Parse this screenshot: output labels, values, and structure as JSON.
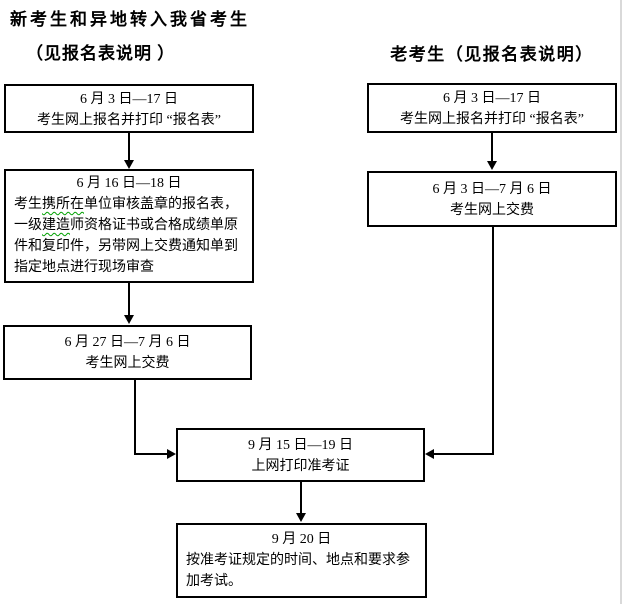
{
  "headers": {
    "left_line1": "新考生和异地转入我省考生",
    "left_line2": "（见报名表说明 ）",
    "right": "老考生（见报名表说明）"
  },
  "left_column": {
    "box1": {
      "date": "6 月 3 日—17 日",
      "text": "考生网上报名并打印 “报名表”"
    },
    "box2": {
      "date": "6 月 16 日—18 日",
      "seg1": "考生",
      "seg2_wavy": "携所在",
      "seg3": "单位审核盖章的报名表，一级",
      "seg4_wavy": "建造",
      "seg5": "师资格证书或合格成绩单原件和复印件，另带网上交费通知单到指定地点进行现场审查"
    },
    "box3": {
      "date": "6 月 27 日—7 月 6 日",
      "text": "考生网上交费"
    }
  },
  "right_column": {
    "box1": {
      "date": "6 月 3 日—17 日",
      "text": "考生网上报名并打印 “报名表”"
    },
    "box2": {
      "date": "6 月 3 日—7 月 6 日",
      "text": "考生网上交费"
    }
  },
  "merged": {
    "box1": {
      "date": "9 月 15 日—19 日",
      "text": "上网打印准考证"
    },
    "box2": {
      "date": "9 月 20 日",
      "text": "按准考证规定的时间、地点和要求参加考试。"
    }
  }
}
